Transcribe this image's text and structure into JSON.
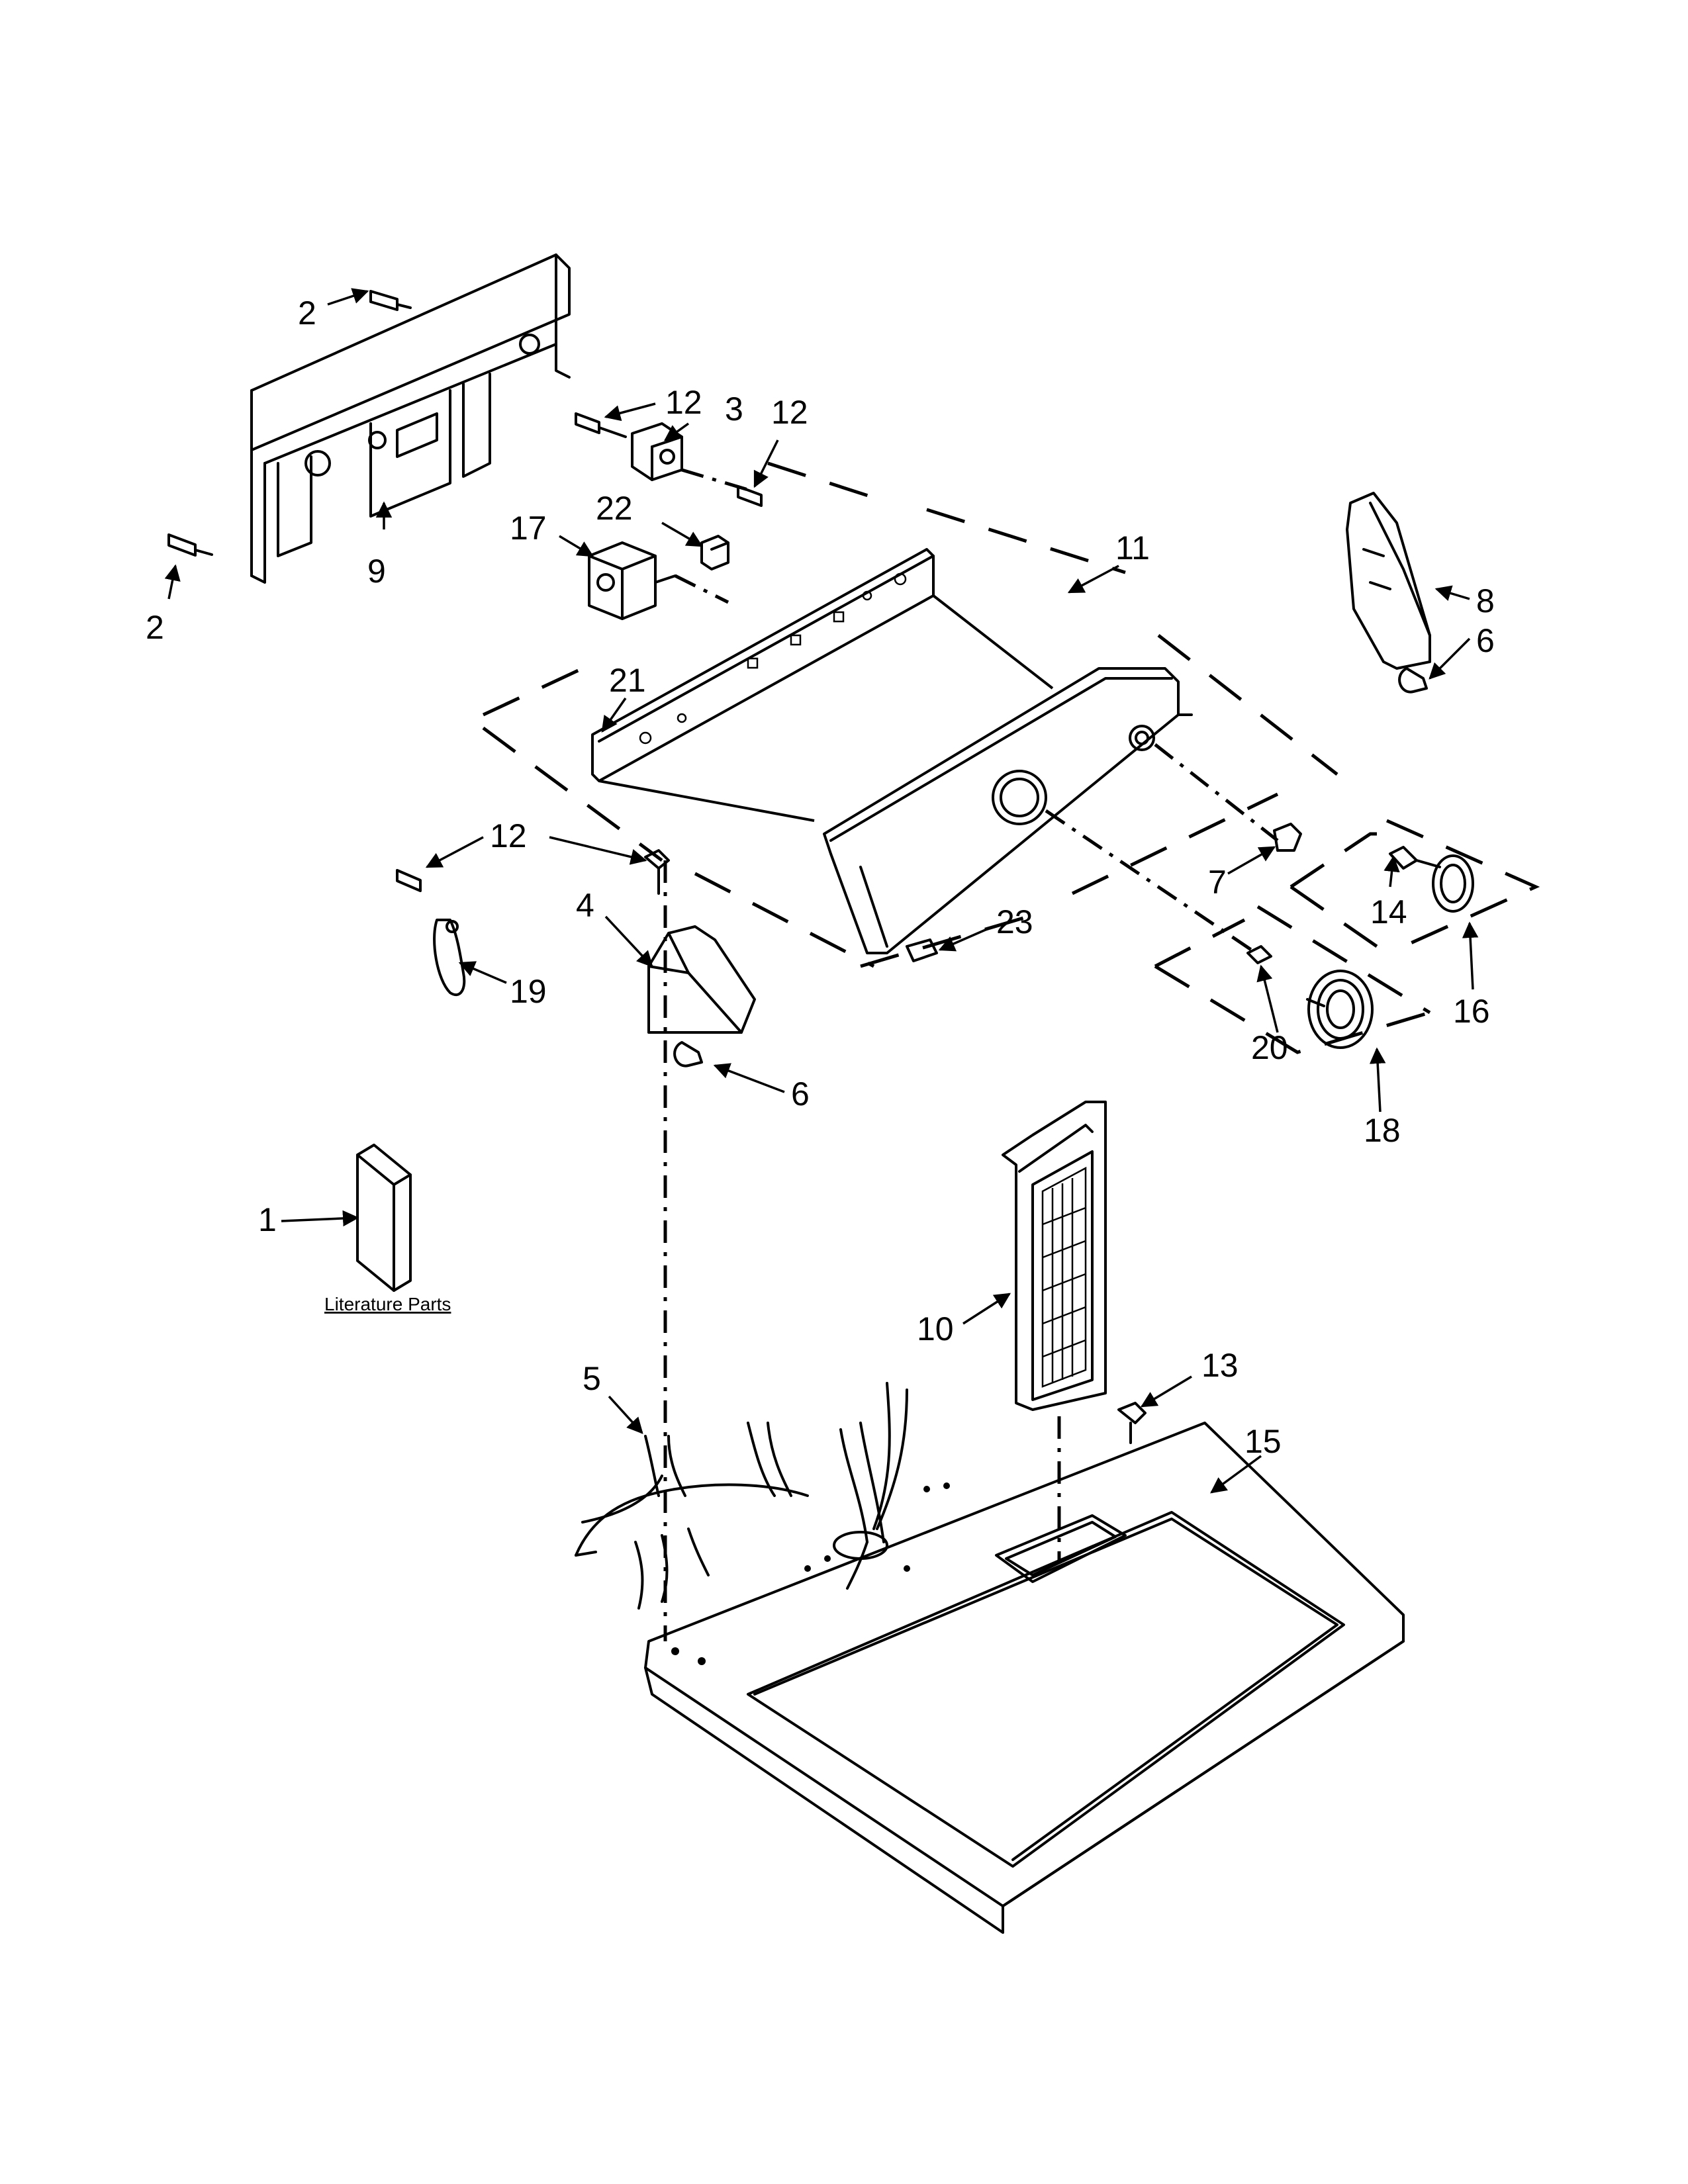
{
  "callouts": {
    "c1": "1",
    "c2a": "2",
    "c2b": "2",
    "c3": "3",
    "c4": "4",
    "c5": "5",
    "c6a": "6",
    "c6b": "6",
    "c7": "7",
    "c8": "8",
    "c9": "9",
    "c10": "10",
    "c11": "11",
    "c12a": "12",
    "c12b": "12",
    "c12c": "12",
    "c13": "13",
    "c14": "14",
    "c15": "15",
    "c16": "16",
    "c17": "17",
    "c18": "18",
    "c19": "19",
    "c20": "20",
    "c21": "21",
    "c22": "22",
    "c23": "23"
  },
  "literature_label": "Literature Parts"
}
